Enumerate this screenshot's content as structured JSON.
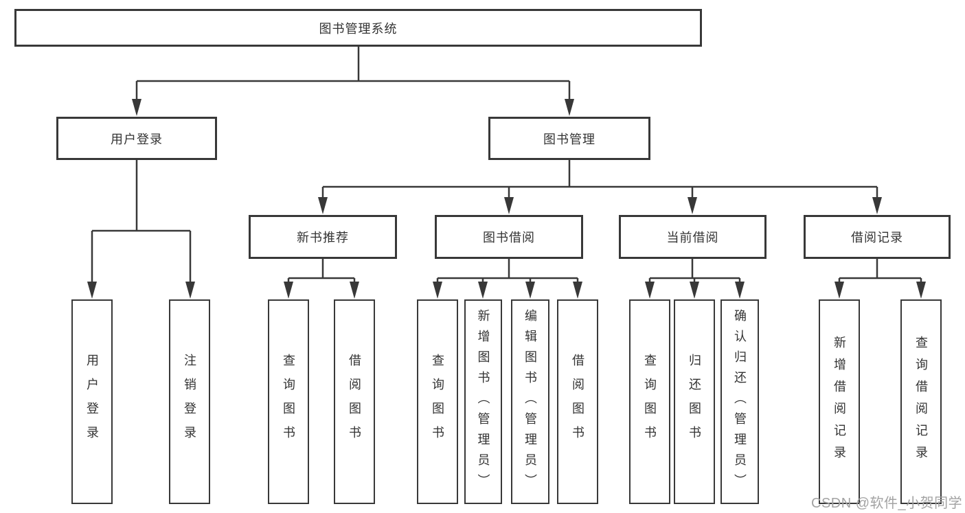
{
  "diagram": {
    "root": {
      "label": "图书管理系统"
    },
    "level2": [
      {
        "label": "用户登录"
      },
      {
        "label": "图书管理"
      }
    ],
    "level3": [
      {
        "label": "新书推荐",
        "parent": "图书管理"
      },
      {
        "label": "图书借阅",
        "parent": "图书管理"
      },
      {
        "label": "当前借阅",
        "parent": "图书管理"
      },
      {
        "label": "借阅记录",
        "parent": "图书管理"
      }
    ],
    "leaves": [
      {
        "label": "用户登录",
        "parent": "用户登录"
      },
      {
        "label": "注销登录",
        "parent": "用户登录"
      },
      {
        "label": "查询图书",
        "parent": "新书推荐"
      },
      {
        "label": "借阅图书",
        "parent": "新书推荐"
      },
      {
        "label": "查询图书",
        "parent": "图书借阅"
      },
      {
        "label": "新增图书（管理员）",
        "parent": "图书借阅"
      },
      {
        "label": "编辑图书（管理员）",
        "parent": "图书借阅"
      },
      {
        "label": "借阅图书",
        "parent": "图书借阅"
      },
      {
        "label": "查询图书",
        "parent": "当前借阅"
      },
      {
        "label": "归还图书",
        "parent": "当前借阅"
      },
      {
        "label": "确认归还（管理员）",
        "parent": "当前借阅"
      },
      {
        "label": "新增借阅记录",
        "parent": "借阅记录"
      },
      {
        "label": "查询借阅记录",
        "parent": "借阅记录"
      }
    ]
  },
  "watermark": "CSDN @软件_小贺同学",
  "colors": {
    "line": "#383838",
    "text": "#333333",
    "box_background": "#ffffff",
    "watermark": "#a3a3a3"
  }
}
